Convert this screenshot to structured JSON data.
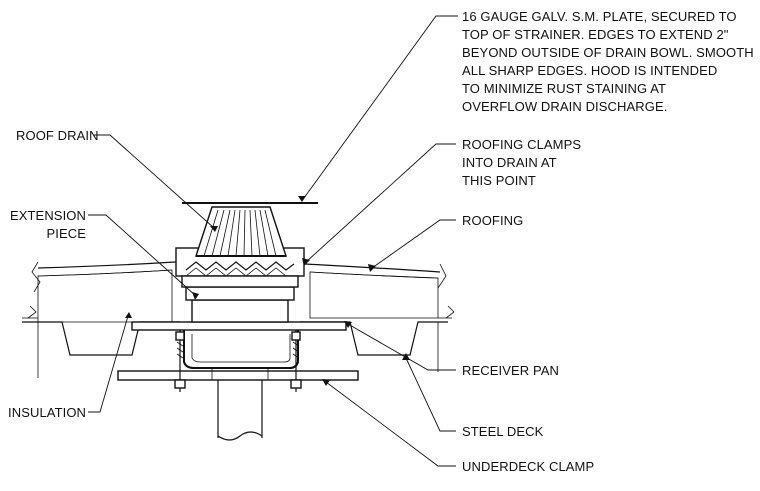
{
  "labels": {
    "hood_note": [
      "16 GAUGE GALV. S.M. PLATE, SECURED TO",
      "TOP OF STRAINER.  EDGES TO EXTEND 2\"",
      "BEYOND OUTSIDE OF DRAIN BOWL.  SMOOTH",
      "ALL SHARP EDGES.  HOOD IS INTENDED",
      "TO MINIMIZE RUST STAINING AT",
      "OVERFLOW DRAIN DISCHARGE."
    ],
    "roof_drain": "ROOF DRAIN",
    "roofing_clamps": [
      "ROOFING CLAMPS",
      "INTO DRAIN AT",
      "THIS POINT"
    ],
    "extension_piece": [
      "EXTENSION",
      "PIECE"
    ],
    "roofing": "ROOFING",
    "receiver_pan": "RECEIVER PAN",
    "insulation": "INSULATION",
    "steel_deck": "STEEL DECK",
    "underdeck_clamp": "UNDERDECK CLAMP"
  },
  "colors": {
    "ink": "#111111",
    "background": "#ffffff"
  }
}
